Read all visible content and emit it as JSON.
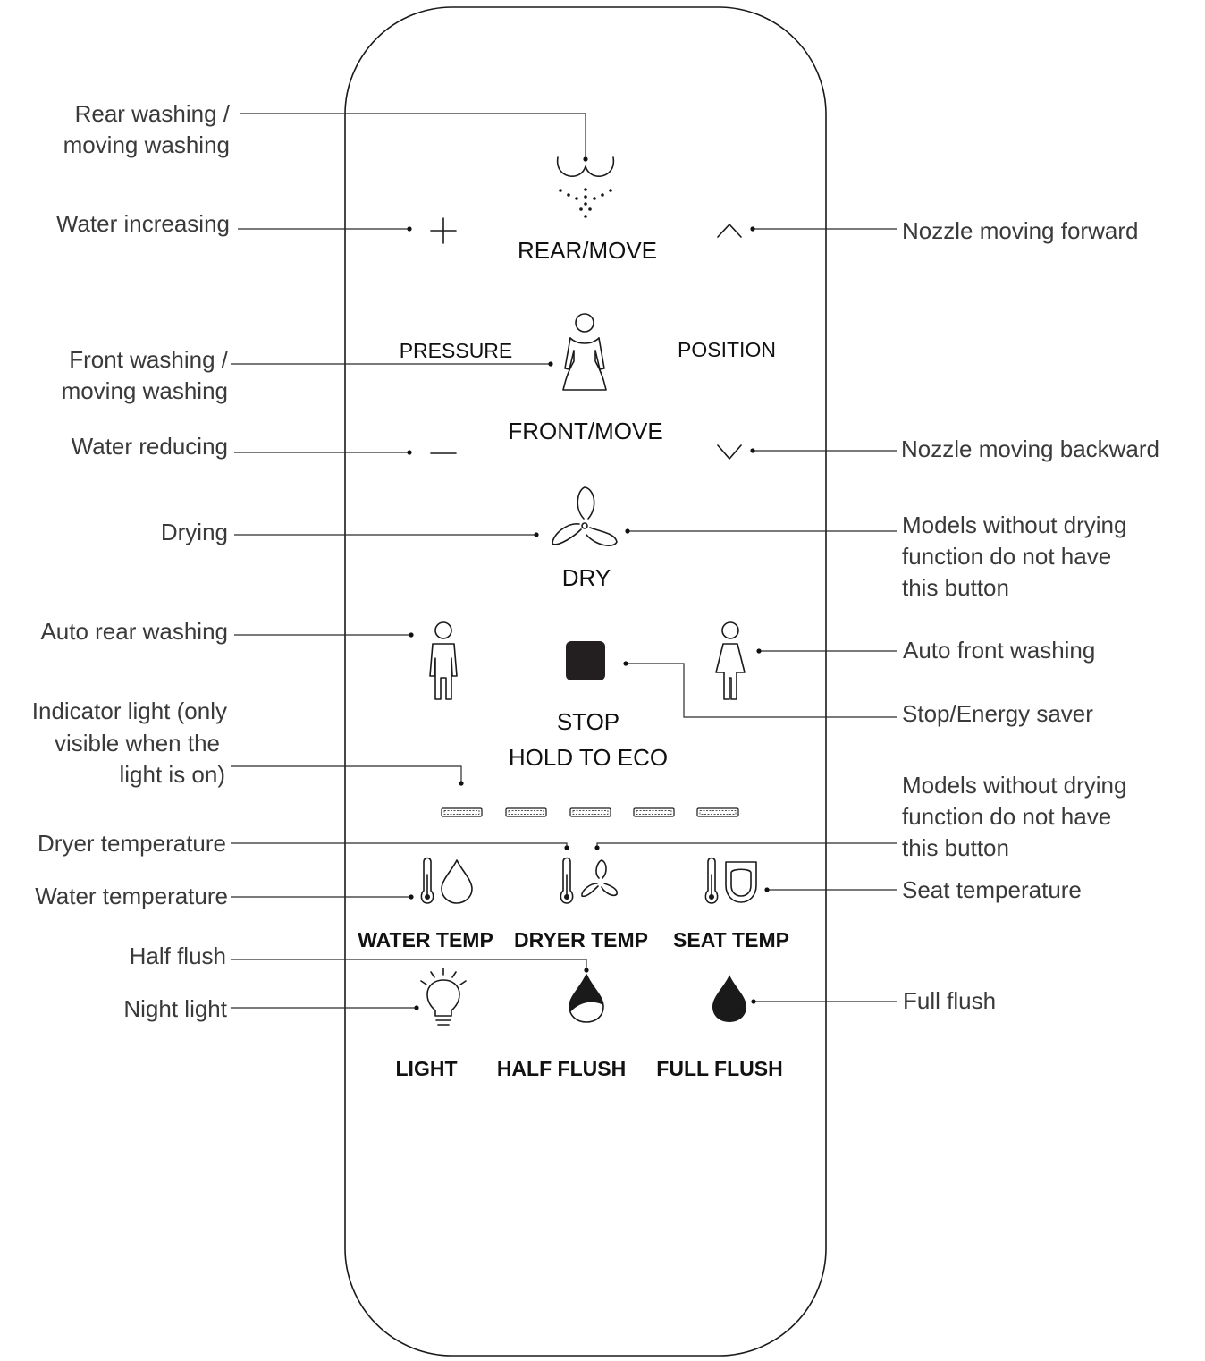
{
  "remote": {
    "rear_move": "REAR/MOVE",
    "pressure": "PRESSURE",
    "position": "POSITION",
    "front_move": "FRONT/MOVE",
    "dry": "DRY",
    "stop": "STOP",
    "hold_to_eco": "HOLD TO ECO",
    "water_temp": "WATER TEMP",
    "dryer_temp": "DRYER TEMP",
    "seat_temp": "SEAT TEMP",
    "light": "LIGHT",
    "half_flush": "HALF FLUSH",
    "full_flush": "FULL FLUSH"
  },
  "callouts": {
    "rear_washing": [
      "Rear washing /",
      "moving washing"
    ],
    "water_increasing": "Water increasing",
    "nozzle_forward": "Nozzle moving forward",
    "front_washing": [
      "Front washing /",
      "moving washing"
    ],
    "water_reducing": "Water reducing",
    "nozzle_backward": "Nozzle moving backward",
    "drying": "Drying",
    "no_drying_1": [
      "Models without drying",
      "function do not have",
      "this button"
    ],
    "auto_rear": "Auto rear washing",
    "auto_front": "Auto front washing",
    "stop_energy": "Stop/Energy saver",
    "indicator_light": [
      "Indicator light (only",
      "visible when the",
      "light is on)"
    ],
    "no_drying_2": [
      "Models without drying",
      "function do not have",
      "this button"
    ],
    "dryer_temperature": "Dryer temperature",
    "water_temperature": "Water temperature",
    "seat_temperature": "Seat temperature",
    "half_flush": "Half flush",
    "night_light": "Night light",
    "full_flush": "Full flush"
  },
  "icons": [
    "rear-wash-icon",
    "plus-icon",
    "up-chevron-icon",
    "woman-icon",
    "minus-icon",
    "down-chevron-icon",
    "fan-icon",
    "man-icon",
    "stop-icon",
    "woman-dress-icon",
    "indicator-light-icon",
    "thermometer-icon",
    "water-drop-icon",
    "seat-icon",
    "bulb-icon",
    "half-drop-icon",
    "full-drop-icon"
  ]
}
